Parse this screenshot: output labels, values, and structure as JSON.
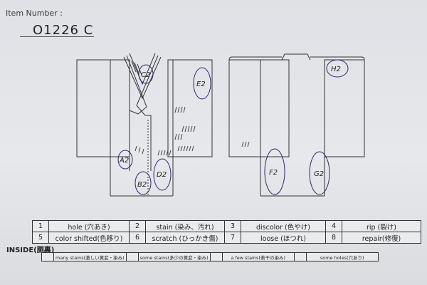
{
  "header": {
    "item_label": "Item Number :",
    "item_number": "O1226  C"
  },
  "diagram": {
    "front_marks": [
      "C2",
      "E2",
      "A2",
      "B2",
      "D2"
    ],
    "back_marks": [
      "H2",
      "F2",
      "G2"
    ]
  },
  "legend": {
    "rows": [
      [
        {
          "num": "1",
          "label": "hole (穴あき)"
        },
        {
          "num": "2",
          "label": "stain (染み、汚れ)"
        },
        {
          "num": "3",
          "label": "discolor (色やけ)"
        },
        {
          "num": "4",
          "label": "rip (裂け)"
        }
      ],
      [
        {
          "num": "5",
          "label": "color shifted(色移り)"
        },
        {
          "num": "6",
          "label": "scratch (ひっかき傷)"
        },
        {
          "num": "7",
          "label": "loose (ほつれ)"
        },
        {
          "num": "8",
          "label": "repair(修復)"
        }
      ]
    ]
  },
  "inside": {
    "title": "INSIDE(胴裏)",
    "items": [
      "many stains(激しい黄変・染み)",
      "some stains(多少の黄変・染み)",
      "a few stains(若干の染み)",
      "some holes(穴あり)"
    ]
  }
}
